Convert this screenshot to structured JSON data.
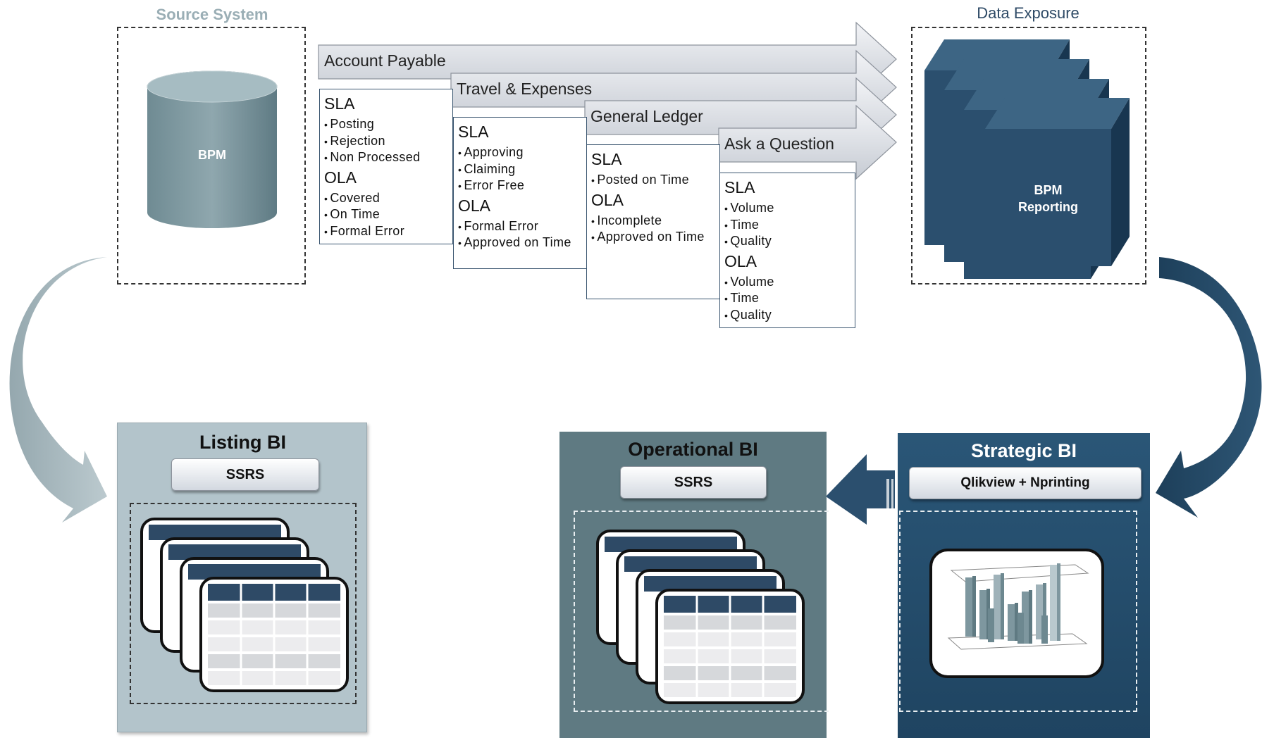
{
  "source_system": {
    "title": "Source System",
    "database_label": "BPM"
  },
  "data_exposure": {
    "title": "Data Exposure",
    "cube_label_line1": "BPM",
    "cube_label_line2": "Reporting"
  },
  "processes": [
    {
      "name": "Account Payable",
      "sla_heading": "SLA",
      "sla_items": [
        "Posting",
        "Rejection",
        "Non Processed"
      ],
      "ola_heading": "OLA",
      "ola_items": [
        "Covered",
        "On Time",
        "Formal Error"
      ]
    },
    {
      "name": "Travel & Expenses",
      "sla_heading": "SLA",
      "sla_items": [
        "Approving",
        "Claiming",
        "Error Free"
      ],
      "ola_heading": "OLA",
      "ola_items": [
        "Formal Error",
        "Approved on Time"
      ]
    },
    {
      "name": "General Ledger",
      "sla_heading": "SLA",
      "sla_items": [
        "Posted on Time"
      ],
      "ola_heading": "OLA",
      "ola_items": [
        "Incomplete",
        "Approved on Time"
      ]
    },
    {
      "name": "Ask a Question",
      "sla_heading": "SLA",
      "sla_items": [
        "Volume",
        "Time",
        "Quality"
      ],
      "ola_heading": "OLA",
      "ola_items": [
        "Volume",
        "Time",
        "Quality"
      ]
    }
  ],
  "listing_bi": {
    "title": "Listing BI",
    "tool": "SSRS",
    "bg": "#b3c4cb"
  },
  "operational_bi": {
    "title": "Operational BI",
    "tool": "SSRS",
    "bg": "#5f7a82"
  },
  "strategic_bi": {
    "title": "Strategic BI",
    "tool": "Qlikview + Nprinting",
    "bg": "#26506f"
  },
  "colors": {
    "light_arrow": "#9fb2b9",
    "dark_arrow": "#1f4461",
    "table_header": "#2e4a66",
    "cube": "#2b4f6e"
  }
}
